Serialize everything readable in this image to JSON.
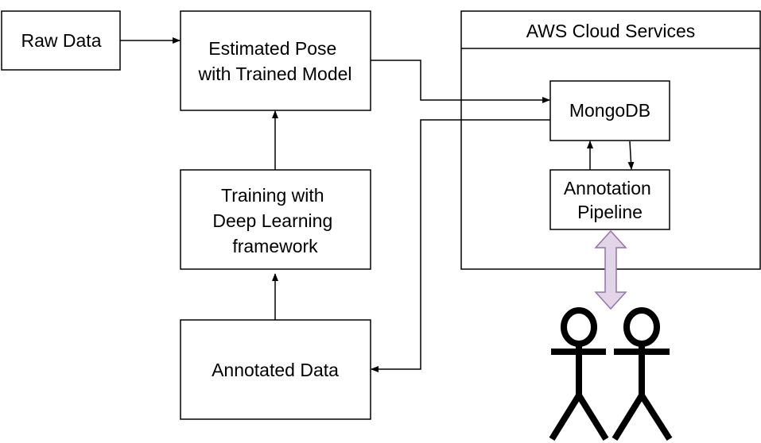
{
  "nodes": {
    "raw_data": {
      "label": "Raw Data"
    },
    "estimated_pose": {
      "lines": [
        "Estimated Pose",
        "with Trained Model"
      ]
    },
    "training": {
      "lines": [
        "Training with",
        "Deep Learning",
        "framework"
      ]
    },
    "annotated_data": {
      "label": "Annotated Data"
    },
    "mongodb": {
      "label": "MongoDB"
    },
    "annotation_pipeline": {
      "lines": [
        "Annotation",
        "Pipeline"
      ]
    }
  },
  "aws_container": {
    "title": "AWS Cloud Services"
  },
  "users": {
    "icon": "stick-figure-person-icon",
    "count": 2
  },
  "colors": {
    "stroke": "#000000",
    "background": "#ffffff",
    "double_arrow_fill": "#e1d5e7",
    "double_arrow_stroke": "#9673a6"
  }
}
